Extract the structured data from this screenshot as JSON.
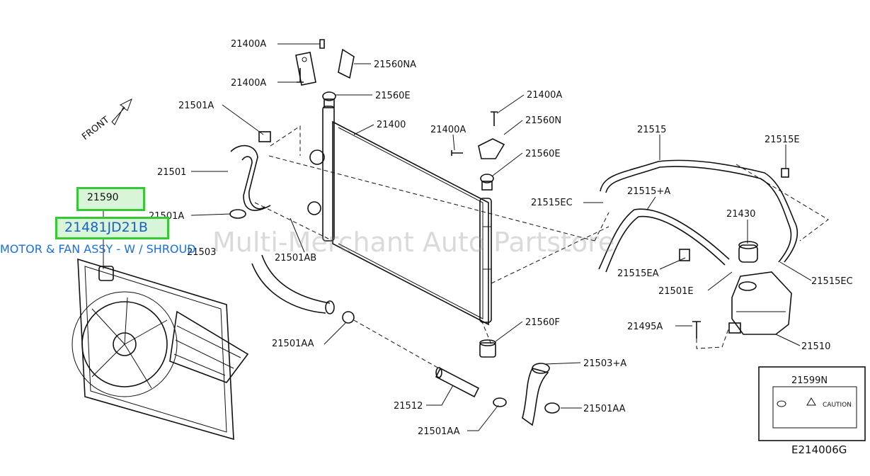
{
  "callouts": {
    "c21400A_1": "21400A",
    "c21560NA": "21560NA",
    "c21400A_2": "21400A",
    "c21560E_1": "21560E",
    "c21501A_1": "21501A",
    "c21400": "21400",
    "c21400A_3": "21400A",
    "c21400A_4": "21400A",
    "c21560N": "21560N",
    "c21560E_2": "21560E",
    "c21515": "21515",
    "c21515E": "21515E",
    "c21501": "21501",
    "c21515EC_1": "21515EC",
    "c21515A": "21515+A",
    "c21430": "21430",
    "c21501A_2": "21501A",
    "c21503": "21503",
    "c21501AB": "21501AB",
    "c21515EA": "21515EA",
    "c21501E": "21501E",
    "c21515EC_2": "21515EC",
    "c21560F": "21560F",
    "c21495A": "21495A",
    "c21501AA_1": "21501AA",
    "c21510": "21510",
    "c21503A": "21503+A",
    "c21599N": "21599N",
    "c21512": "21512",
    "c21501AA_2": "21501AA",
    "c21501AA_3": "21501AA",
    "front": "FRONT",
    "caution": "CAUTION"
  },
  "highlights": {
    "part_number_1": "21590",
    "part_number_2": "21481JD21B"
  },
  "part_description": "MOTOR & FAN ASSY - W / SHROUD",
  "watermark": "Multi-Merchant Auto Partstore",
  "diagram_code": "E214006G"
}
